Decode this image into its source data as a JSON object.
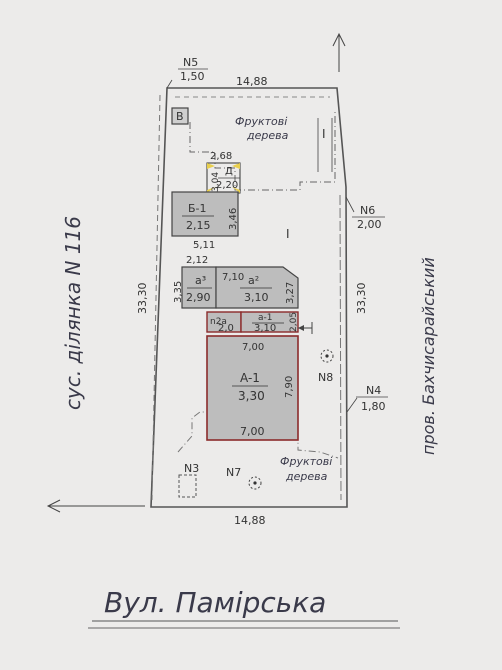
{
  "plot": {
    "dim_top": "14,88",
    "dim_bottom": "14,88",
    "dim_left": "33,30",
    "dim_right": "33,30",
    "zone_label": "I",
    "zone_label_ne": "I"
  },
  "points": {
    "n5": {
      "label": "N5",
      "value": "1,50"
    },
    "n6": {
      "label": "N6",
      "value": "2,00"
    },
    "n4": {
      "label": "N4",
      "value": "1,80"
    },
    "n8": {
      "label": "N8"
    },
    "n7": {
      "label": "N7"
    },
    "n3": {
      "label": "N3"
    }
  },
  "orchard_top": {
    "line1": "Фруктові",
    "line2": "дерева"
  },
  "orchard_bottom": {
    "line1": "Фруктові",
    "line2": "дерева"
  },
  "building_v": {
    "label": "В"
  },
  "building_d": {
    "label": "Д",
    "height": "2,20",
    "width": "2,68",
    "depth": "3,04"
  },
  "building_b1": {
    "label": "Б-1",
    "height": "2,15",
    "depth": "3,46",
    "width": "5,11"
  },
  "building_a3": {
    "label": "a³",
    "height": "2,90",
    "width": "2,12",
    "depth": "3,35"
  },
  "building_a2": {
    "label": "a²",
    "height": "3,10",
    "width": "7,10",
    "depth": "3,27"
  },
  "building_a1": {
    "label": "a-1",
    "height": "3,10",
    "depth": "2,05"
  },
  "building_p2": {
    "label": "n2a",
    "width": "2,0"
  },
  "building_A1": {
    "label": "A-1",
    "height": "3,30",
    "width_top": "7,00",
    "width_bottom": "7,00",
    "depth": "7,90"
  },
  "streets": {
    "west": "сус. ділянка N 116",
    "east": "пров. Бахчисарайський",
    "south": "Вул.  Памірська"
  }
}
